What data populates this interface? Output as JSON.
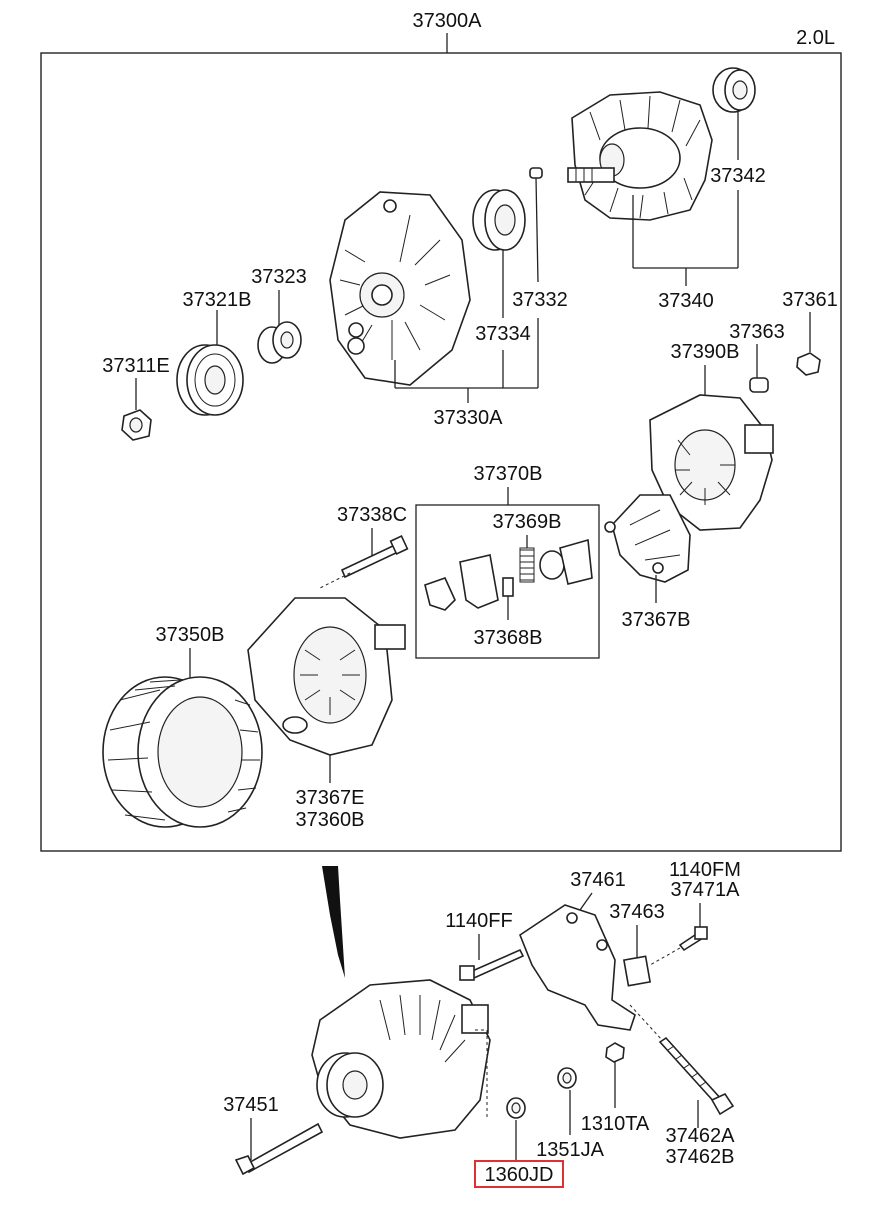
{
  "title": "37300A",
  "engine": "2.0L",
  "labels": {
    "p37342": "37342",
    "p37340": "37340",
    "p37332": "37332",
    "p37334": "37334",
    "p37330A": "37330A",
    "p37323": "37323",
    "p37321B": "37321B",
    "p37311E": "37311E",
    "p37361": "37361",
    "p37363": "37363",
    "p37390B": "37390B",
    "p37370B": "37370B",
    "p37369B": "37369B",
    "p37368B": "37368B",
    "p37367B": "37367B",
    "p37338C": "37338C",
    "p37350B": "37350B",
    "p37367E": "37367E",
    "p37360B": "37360B",
    "p37461": "37461",
    "p1140FM": "1140FM",
    "p37471A": "37471A",
    "p37463": "37463",
    "p1140FF": "1140FF",
    "p37451": "37451",
    "p1310TA": "1310TA",
    "p1351JA": "1351JA",
    "p37462A": "37462A",
    "p37462B": "37462B",
    "p1360JD": "1360JD"
  },
  "highlight_color": "#e03030"
}
